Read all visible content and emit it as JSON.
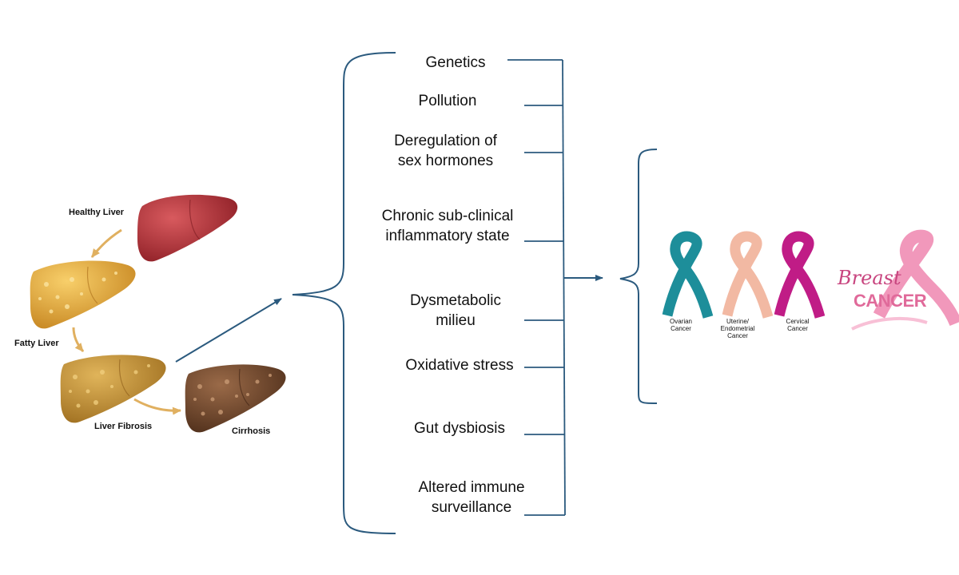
{
  "liver_stages": {
    "healthy": "Healthy Liver",
    "fatty": "Fatty Liver",
    "fibrosis": "Liver Fibrosis",
    "cirrhosis": "Cirrhosis"
  },
  "factors": [
    "Genetics",
    "Pollution",
    "Deregulation of\nsex hormones",
    "Chronic sub-clinical\ninflammatory state",
    "Dysmetabolic\nmilieu",
    "Oxidative stress",
    "Gut dysbiosis",
    "Altered immune\nsurveillance"
  ],
  "cancers": {
    "ovarian": "Ovarian\nCancer",
    "uterine": "Uterine/\nEndometrial\nCancer",
    "cervical": "Cervical\nCancer",
    "breast_script": "Breast",
    "breast_caps": "CANCER"
  },
  "colors": {
    "line": "#2b5a7e",
    "liver_arrow": "#e0b060",
    "healthy_liver": "#b8343a",
    "fatty_liver": "#e8a93a",
    "fibrosis_liver": "#c8962e",
    "cirrhosis_liver": "#7a4a2e",
    "ribbon_ovarian": "#1d8e9a",
    "ribbon_uterine": "#f2b9a3",
    "ribbon_cervical": "#c01c86",
    "ribbon_breast": "#f08db4",
    "breast_text": "#c8457f"
  }
}
